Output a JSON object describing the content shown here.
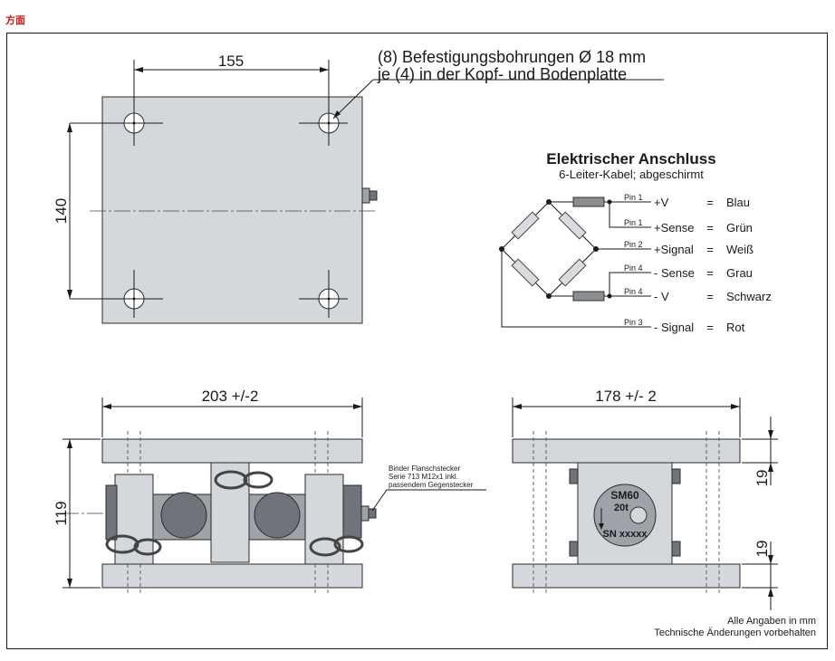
{
  "page": {
    "heading": "方面"
  },
  "top_view": {
    "dim_width": "155",
    "dim_height": "140",
    "note_line1": "(8) Befestigungsbohrungen Ø 18 mm",
    "note_line2": "je (4) in der Kopf- und Bodenplatte"
  },
  "wiring": {
    "title": "Elektrischer Anschluss",
    "subtitle": "6-Leiter-Kabel; abgeschirmt",
    "pins": [
      {
        "pin": "Pin 1",
        "signal": "+V",
        "eq": "=",
        "color": "Blau"
      },
      {
        "pin": "Pin 1",
        "signal": "+Sense",
        "eq": "=",
        "color": "Grün"
      },
      {
        "pin": "Pin 2",
        "signal": "+Signal",
        "eq": "=",
        "color": "Weiß"
      },
      {
        "pin": "Pin 4",
        "signal": "- Sense",
        "eq": "=",
        "color": "Grau"
      },
      {
        "pin": "Pin 4",
        "signal": "- V",
        "eq": "=",
        "color": "Schwarz"
      },
      {
        "pin": "Pin 3",
        "signal": "- Signal",
        "eq": "=",
        "color": "Rot"
      }
    ]
  },
  "front_view": {
    "dim_width": "203 +/-2",
    "dim_height": "119",
    "connector_line1": "Binder Flanschstecker",
    "connector_line2": "Serie 713 M12x1 inkl.",
    "connector_line3": "passendem Gegenstecker"
  },
  "side_view": {
    "dim_width": "178 +/- 2",
    "dim_upper": "19",
    "dim_lower": "19",
    "label_model": "SM60",
    "label_capacity": "20t",
    "label_serial": "SN xxxxx"
  },
  "footer": {
    "line1": "Alle Angaben in mm",
    "line2": "Technische Änderungen vorbehalten"
  },
  "colors": {
    "heading": "#c81414",
    "plate": "#d4d7dc",
    "dark_part": "#6f737a",
    "resistor": "#8a8d92"
  }
}
